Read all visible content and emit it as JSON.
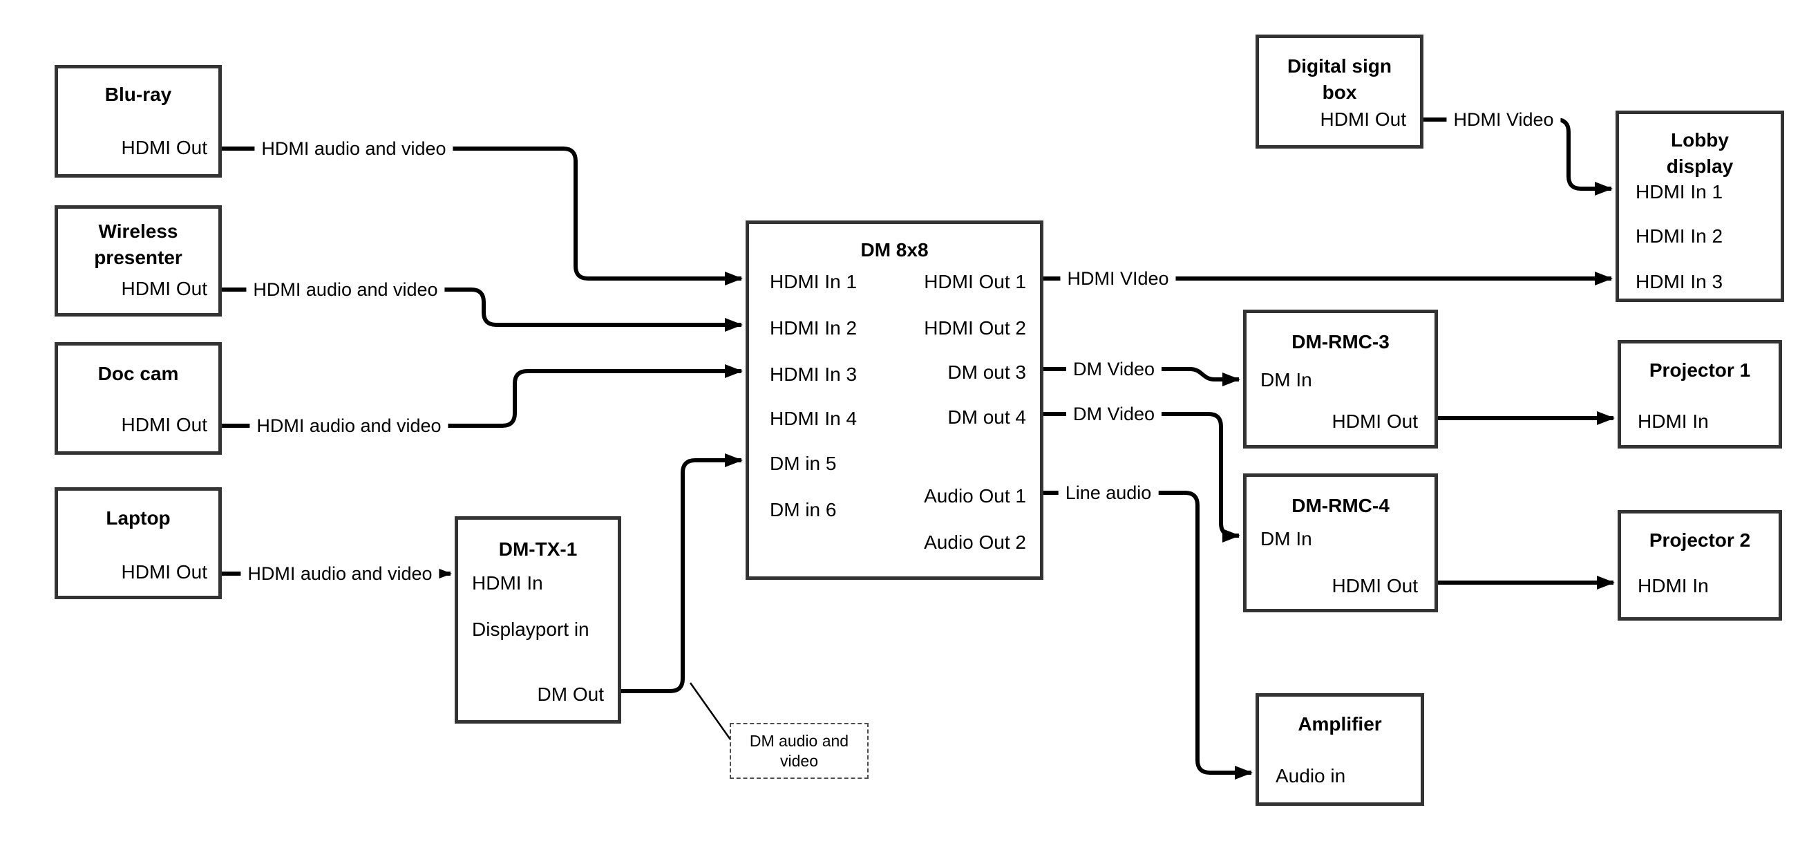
{
  "colors": {
    "background": "#ffffff",
    "line_color": "#000000",
    "box_border_color": "#333333",
    "text_color": "#000000",
    "annotation_border_color": "#4d4d4d"
  },
  "diagram": {
    "nodes": {
      "bluray": {
        "title": "Blu-ray",
        "ports": {
          "hdmi_out": "HDMI Out"
        }
      },
      "wireless_presenter": {
        "title": "Wireless\npresenter",
        "ports": {
          "hdmi_out": "HDMI Out"
        }
      },
      "doc_cam": {
        "title": "Doc cam",
        "ports": {
          "hdmi_out": "HDMI Out"
        }
      },
      "laptop": {
        "title": "Laptop",
        "ports": {
          "hdmi_out": "HDMI Out"
        }
      },
      "dm_tx_1": {
        "title": "DM-TX-1",
        "ports": {
          "hdmi_in": "HDMI In",
          "displayport_in": "Displayport in",
          "dm_out": "DM Out"
        }
      },
      "dm_8x8": {
        "title": "DM 8x8",
        "inputs": [
          "HDMI In 1",
          "HDMI In 2",
          "HDMI In 3",
          "HDMI In 4",
          "DM in 5",
          "DM in 6"
        ],
        "outputs": [
          "HDMI Out 1",
          "HDMI Out 2",
          "DM out 3",
          "DM out 4",
          "Audio Out 1",
          "Audio Out 2"
        ]
      },
      "digital_sign_box": {
        "title": "Digital sign\nbox",
        "ports": {
          "hdmi_out": "HDMI Out"
        }
      },
      "lobby_display": {
        "title": "Lobby\ndisplay",
        "inputs": [
          "HDMI In 1",
          "HDMI In 2",
          "HDMI In 3"
        ]
      },
      "dm_rmc_3": {
        "title": "DM-RMC-3",
        "ports": {
          "dm_in": "DM In",
          "hdmi_out": "HDMI Out"
        }
      },
      "projector_1": {
        "title": "Projector 1",
        "ports": {
          "hdmi_in": "HDMI In"
        }
      },
      "dm_rmc_4": {
        "title": "DM-RMC-4",
        "ports": {
          "dm_in": "DM In",
          "hdmi_out": "HDMI Out"
        }
      },
      "projector_2": {
        "title": "Projector 2",
        "ports": {
          "hdmi_in": "HDMI In"
        }
      },
      "amplifier": {
        "title": "Amplifier",
        "ports": {
          "audio_in": "Audio in"
        }
      }
    },
    "edge_labels": {
      "bluray_to_dm8x8": "HDMI audio and video",
      "wireless_to_dm8x8": "HDMI audio and video",
      "doccam_to_dm8x8": "HDMI audio and video",
      "laptop_to_dmtx1": "HDMI audio and video",
      "hdmi_out_1": "HDMI VIdeo",
      "dm_out_3": "DM Video",
      "dm_out_4": "DM Video",
      "audio_out_1": "Line audio",
      "digital_sign_to_lobby": "HDMI Video"
    },
    "annotation": {
      "text": "DM audio and\nvideo"
    }
  }
}
